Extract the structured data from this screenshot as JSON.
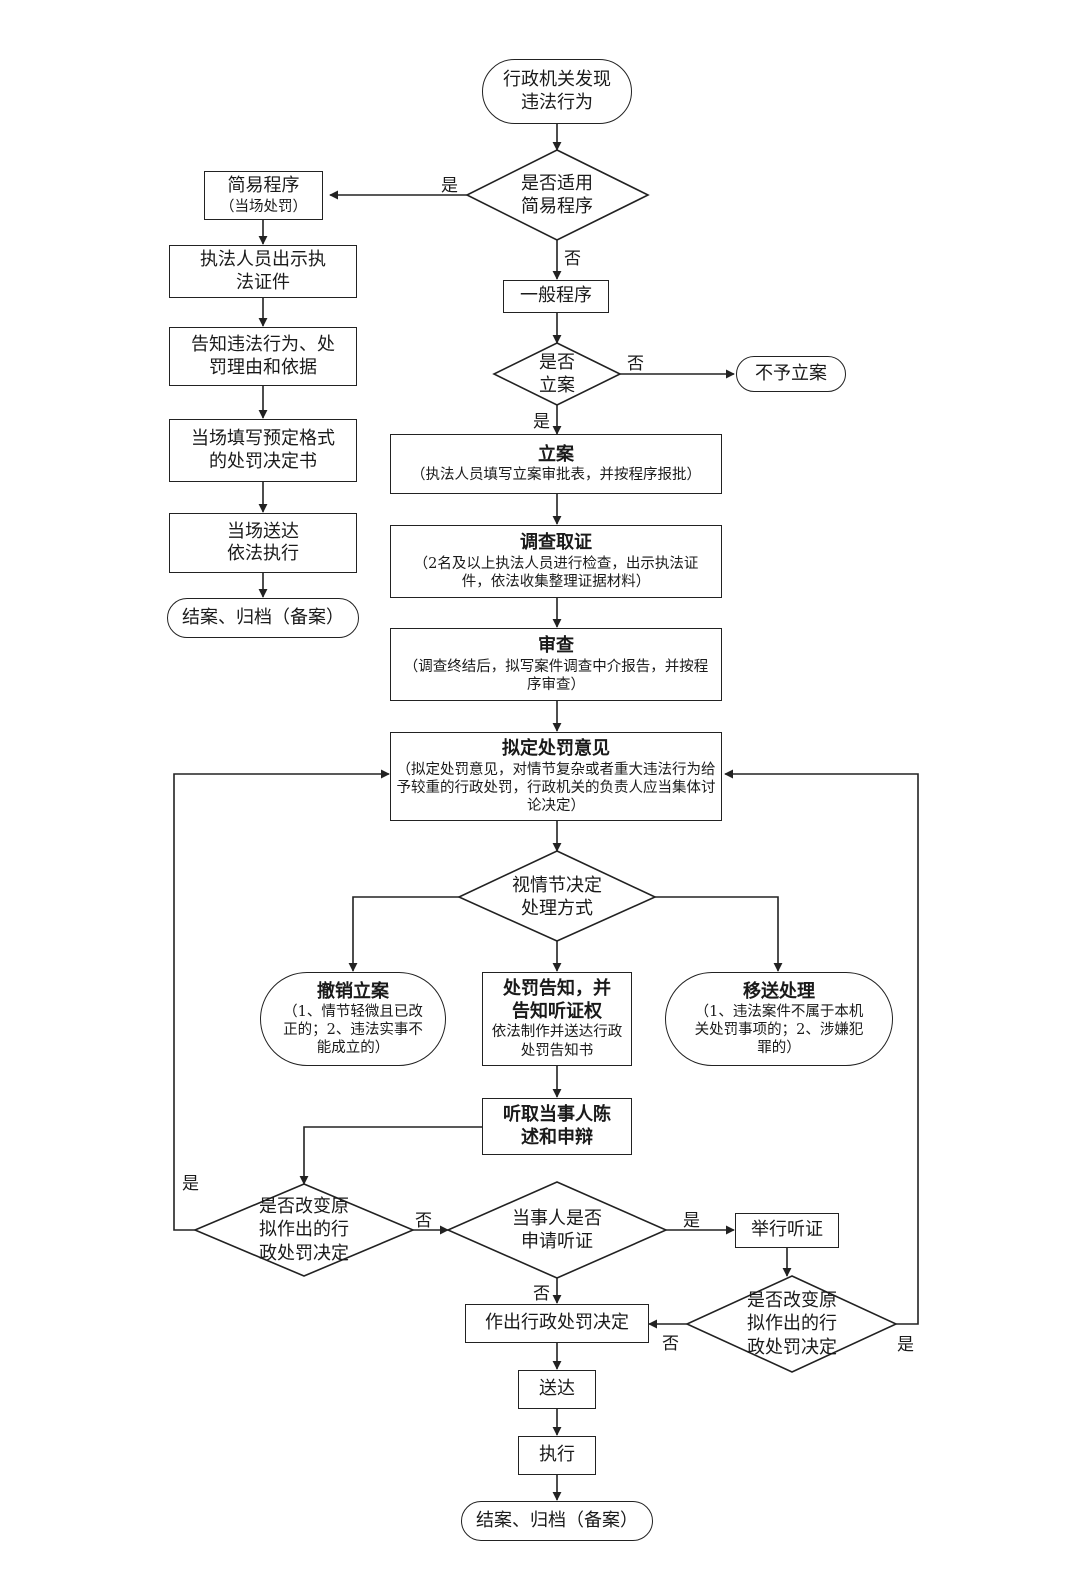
{
  "start": "行政机关发现违法行为",
  "d_simple": "是否适用简易程序",
  "simple": {
    "title": "简易程序",
    "sub": "（当场处罚）",
    "s1": "执法人员出示执法证件",
    "s2": "告知违法行为、处罚理由和依据",
    "s3": "当场填写预定格式的处罚决定书",
    "s4": "当场送达依法执行",
    "end": "结案、归档（备案）"
  },
  "general": "一般程序",
  "d_file": "是否立案",
  "no_file": "不予立案",
  "file_case": {
    "title": "立案",
    "sub": "（执法人员填写立案审批表，并按程序报批）"
  },
  "investigate": {
    "title": "调查取证",
    "sub": "（2名及以上执法人员进行检查，出示执法证件，依法收集整理证据材料）"
  },
  "review": {
    "title": "审查",
    "sub": "（调查终结后，拟写案件调查中介报告，并按程序审查）"
  },
  "opinion": {
    "title": "拟定处罚意见",
    "sub": "（拟定处罚意见，对情节复杂或者重大违法行为给予较重的行政处罚，行政机关的负责人应当集体讨论决定）"
  },
  "d_method": "视情节决定处理方式",
  "revoke": {
    "title": "撤销立案",
    "sub": "（1、情节轻微且已改正的；2、违法实事不能成立的）"
  },
  "notify": {
    "title": "处罚告知，并告知听证权",
    "sub": "依法制作并送达行政处罚告知书"
  },
  "transfer": {
    "title": "移送处理",
    "sub": "（1、违法案件不属于本机关处罚事项的；2、涉嫌犯罪的）"
  },
  "hear": "听取当事人陈述和申辩",
  "d_change1": "是否改变原拟作出的行政处罚决定",
  "d_apply": "当事人是否申请听证",
  "hearing": "举行听证",
  "d_change2": "是否改变原拟作出的行政处罚决定",
  "decision": "作出行政处罚决定",
  "deliver": "送达",
  "execute": "执行",
  "end": "结案、归档（备案）",
  "labels": {
    "yes": "是",
    "no": "否"
  }
}
